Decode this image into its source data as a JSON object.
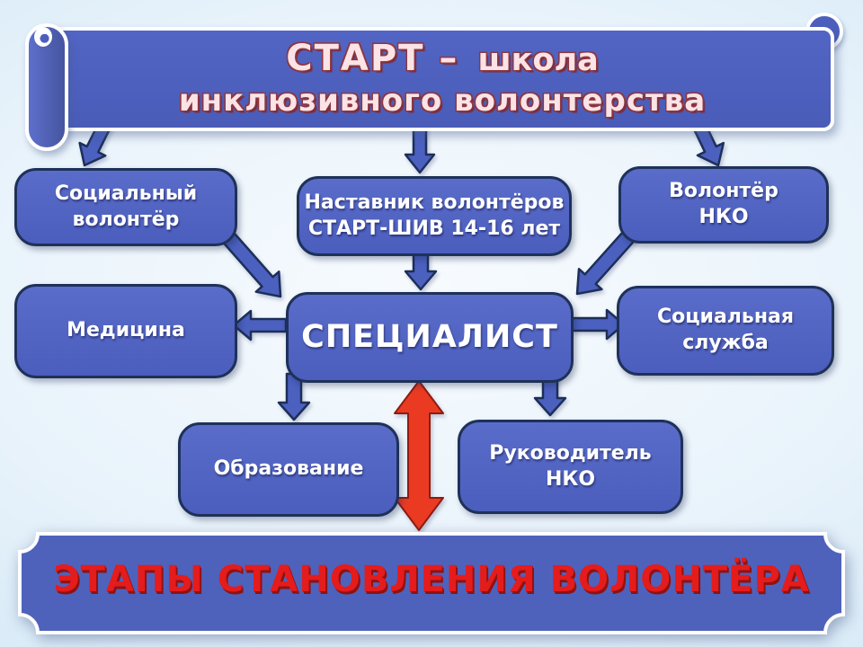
{
  "top_banner": {
    "line1_main": "СТАРТ –",
    "line1_sub": "школа",
    "line2": "инклюзивного волонтерства"
  },
  "nodes": {
    "social_volunteer": {
      "label": "Социальный\nволонтёр"
    },
    "mentor": {
      "label": "Наставник волонтёров\nСТАРТ-ШИВ 14-16 лет"
    },
    "nko_volunteer": {
      "label": "Волонтёр\nНКО"
    },
    "medicine": {
      "label": "Медицина"
    },
    "specialist": {
      "label": "СПЕЦИАЛИСТ"
    },
    "social_service": {
      "label": "Социальная\nслужба"
    },
    "education": {
      "label": "Образование"
    },
    "nko_head": {
      "label": "Руководитель\nНКО"
    }
  },
  "bottom_banner": {
    "title": "ЭТАПЫ СТАНОВЛЕНИЯ ВОЛОНТЁРА"
  },
  "edges": [
    {
      "from": "top_banner",
      "to": "social_volunteer"
    },
    {
      "from": "top_banner",
      "to": "mentor"
    },
    {
      "from": "top_banner",
      "to": "nko_volunteer"
    },
    {
      "from": "social_volunteer",
      "to": "specialist"
    },
    {
      "from": "mentor",
      "to": "specialist"
    },
    {
      "from": "nko_volunteer",
      "to": "specialist"
    },
    {
      "from": "specialist",
      "to": "medicine"
    },
    {
      "from": "specialist",
      "to": "social_service"
    },
    {
      "from": "specialist",
      "to": "education"
    },
    {
      "from": "specialist",
      "to": "nko_head"
    },
    {
      "from": "specialist",
      "to": "bottom_banner",
      "style": "red-double"
    }
  ],
  "palette": {
    "node_fill": "#5163c2",
    "node_border": "#1e3159",
    "arrow_blue": "#4b60bf",
    "arrow_red": "#ea3b22",
    "banner_fill": "#4e62bc",
    "title_pink": "#fbe3e6",
    "title_outline": "#8c3742",
    "bottom_text_red": "#e41c1c",
    "background_edge": "#c3dcef"
  }
}
